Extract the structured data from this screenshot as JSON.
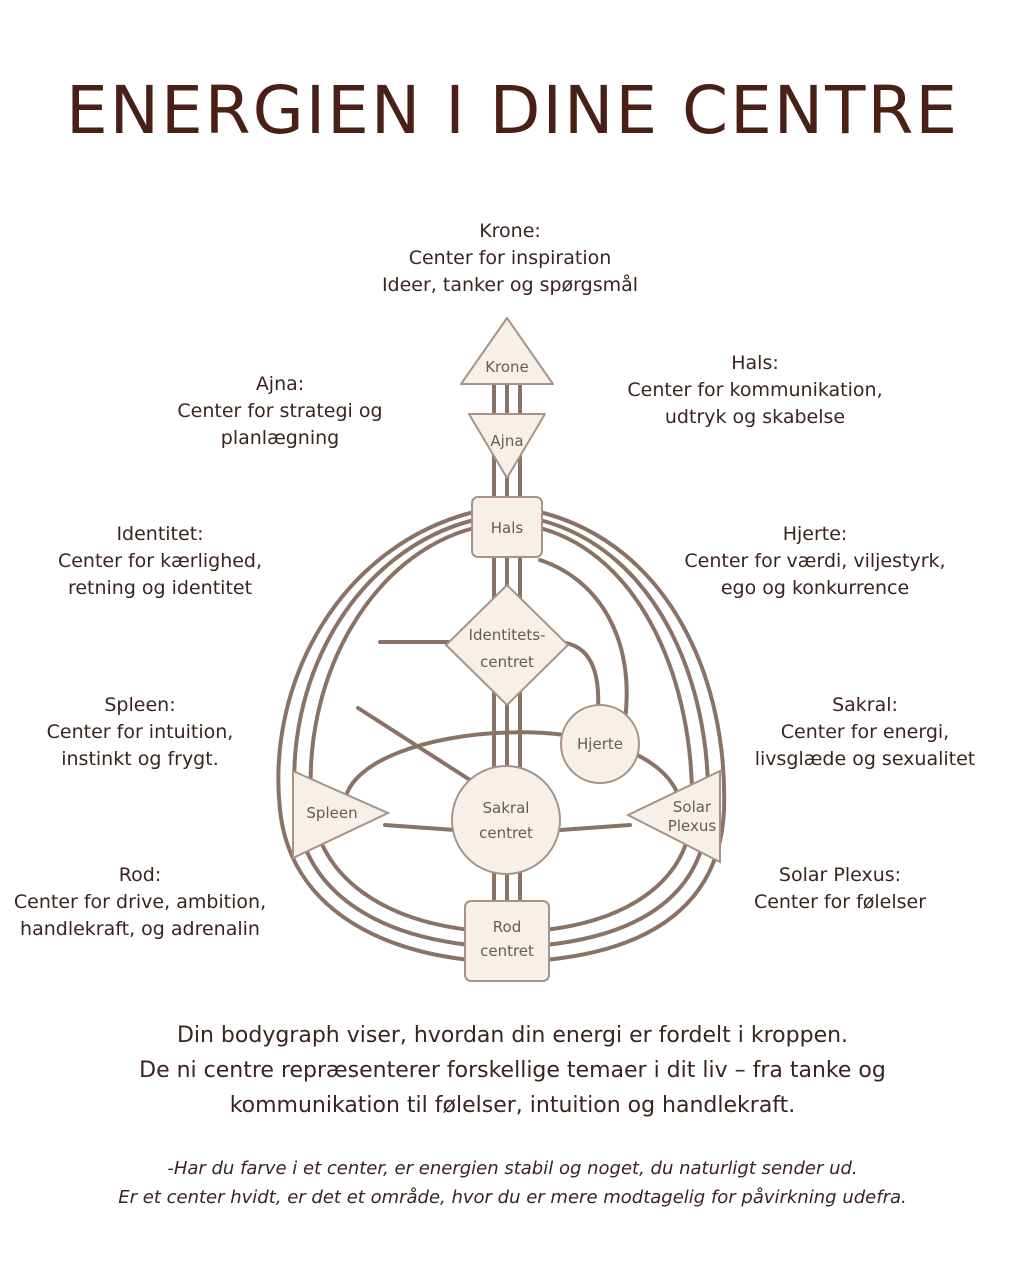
{
  "title": "ENERGIEN I DINE CENTRE",
  "labels": {
    "krone": {
      "heading": "Krone:",
      "line1": "Center for inspiration",
      "line2": "Ideer, tanker og spørgsmål"
    },
    "ajna": {
      "heading": "Ajna:",
      "line1": "Center for strategi og",
      "line2": "planlægning"
    },
    "hals": {
      "heading": "Hals:",
      "line1": "Center for kommunikation,",
      "line2": "udtryk og skabelse"
    },
    "identitet": {
      "heading": "Identitet:",
      "line1": "Center for kærlighed,",
      "line2": "retning og identitet"
    },
    "hjerte": {
      "heading": "Hjerte:",
      "line1": "Center for værdi, viljestyrk,",
      "line2": "ego og konkurrence"
    },
    "spleen": {
      "heading": "Spleen:",
      "line1": "Center for intuition,",
      "line2": "instinkt og frygt."
    },
    "sakral": {
      "heading": "Sakral:",
      "line1": "Center for energi,",
      "line2": "livsglæde og sexualitet"
    },
    "rod": {
      "heading": "Rod:",
      "line1": "Center for drive, ambition,",
      "line2": "handlekraft, og adrenalin"
    },
    "solar": {
      "heading": "Solar Plexus:",
      "line1": "Center for følelser"
    }
  },
  "nodes": {
    "krone": "Krone",
    "ajna": "Ajna",
    "hals": "Hals",
    "identitet_1": "Identitets-",
    "identitet_2": "centret",
    "hjerte": "Hjerte",
    "spleen": "Spleen",
    "sakral_1": "Sakral",
    "sakral_2": "centret",
    "solar_1": "Solar",
    "solar_2": "Plexus",
    "rod_1": "Rod",
    "rod_2": "centret"
  },
  "intro": {
    "line1": "Din bodygraph viser, hvordan din energi er fordelt i kroppen.",
    "line2": "De ni centre repræsenterer forskellige temaer i dit liv – fra tanke og",
    "line3": "kommunikation til følelser, intuition og handlekraft."
  },
  "note": {
    "line1": "-Har du farve i et center, er energien stabil og noget, du naturligt sender ud.",
    "line2": "Er et center hvidt, er det et område, hvor du er mere modtagelig for påvirkning udefra."
  },
  "colors": {
    "line": "#8a7366",
    "fill": "#f7efe9",
    "title": "#4a1f16"
  }
}
